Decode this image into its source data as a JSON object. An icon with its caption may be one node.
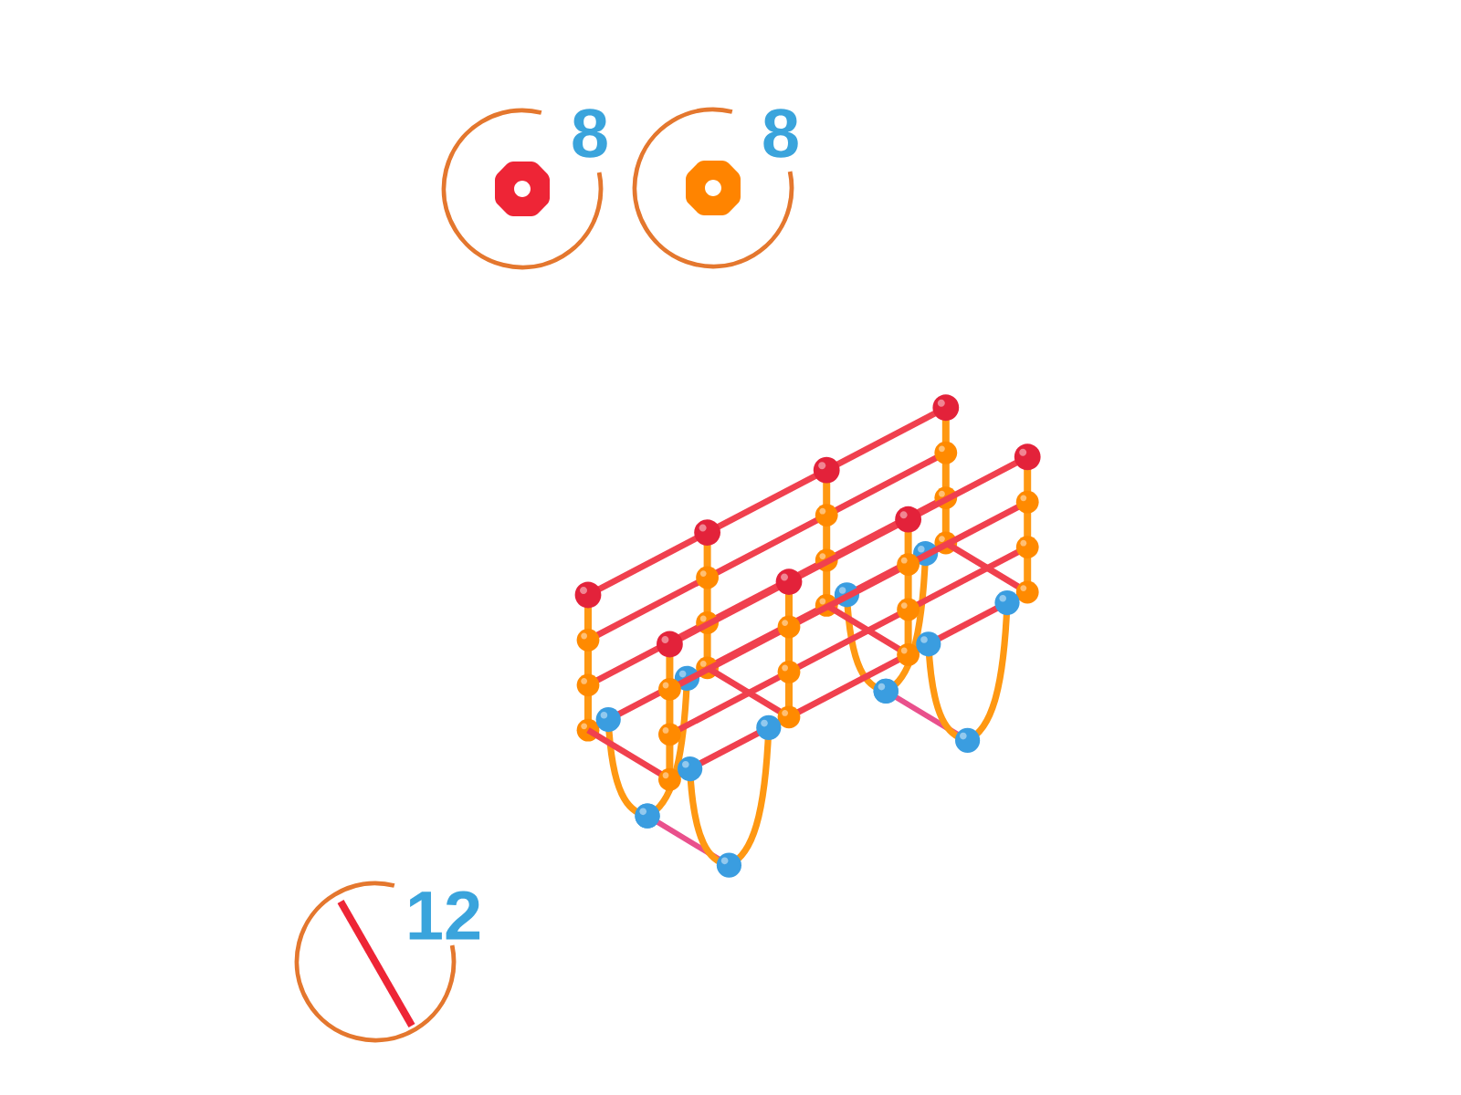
{
  "diagram": {
    "labels": [
      "8",
      "8",
      "12"
    ]
  }
}
